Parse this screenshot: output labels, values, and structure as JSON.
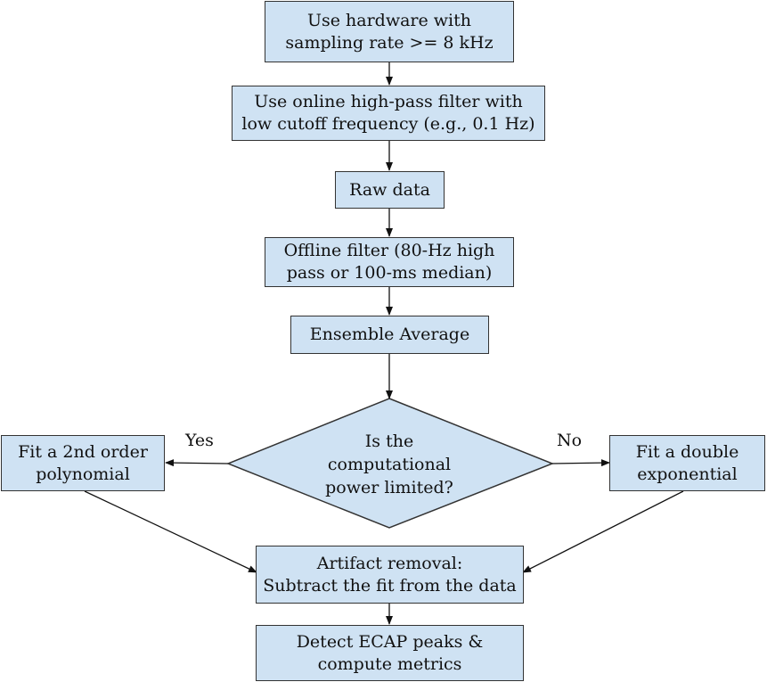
{
  "nodes": {
    "hardware": {
      "lines": [
        "Use hardware  with",
        "sampling rate >= 8 kHz"
      ]
    },
    "online_filter": {
      "lines": [
        "Use online high-pass filter with",
        "low cutoff frequency (e.g., 0.1 Hz)"
      ]
    },
    "raw_data": {
      "lines": [
        "Raw data"
      ]
    },
    "offline_filter": {
      "lines": [
        "Offline filter (80-Hz high",
        "pass or 100-ms median)"
      ]
    },
    "ensemble_average": {
      "lines": [
        "Ensemble Average"
      ]
    },
    "decision": {
      "lines": [
        "Is the",
        "computational",
        "power limited?"
      ]
    },
    "fit_polynomial": {
      "lines": [
        "Fit a 2nd order",
        "polynomial"
      ]
    },
    "fit_exponential": {
      "lines": [
        "Fit a double",
        "exponential"
      ]
    },
    "artifact_removal": {
      "lines": [
        "Artifact removal:",
        "Subtract the fit from the data"
      ]
    },
    "detect_ecap": {
      "lines": [
        "Detect ECAP peaks &",
        "compute metrics"
      ]
    }
  },
  "edge_labels": {
    "yes": "Yes",
    "no": "No"
  },
  "colors": {
    "box_fill": "#cfe2f3",
    "stroke": "#333333",
    "text": "#111111"
  }
}
